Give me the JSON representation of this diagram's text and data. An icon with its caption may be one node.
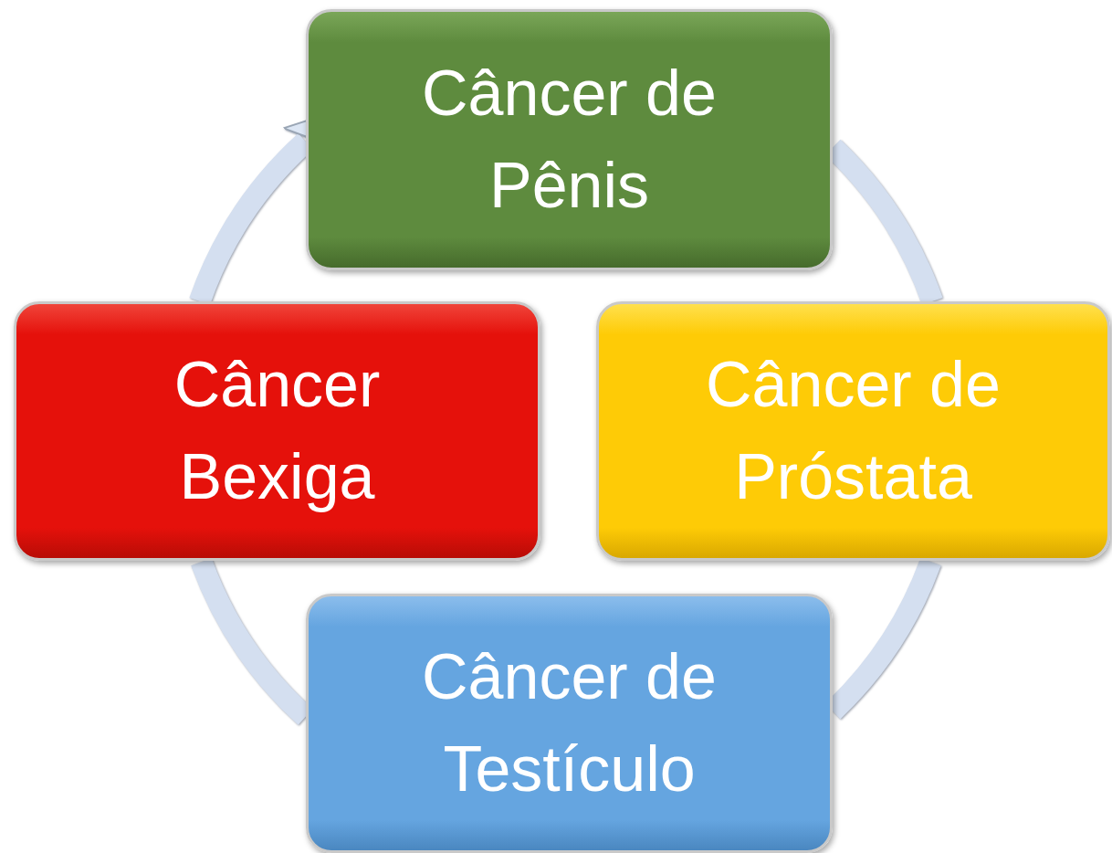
{
  "diagram": {
    "nodes": [
      {
        "text": [
          "Câncer de Pênis"
        ]
      },
      {
        "text": [
          "Câncer Bexiga"
        ]
      },
      {
        "text": [
          "Câncer de Próstata"
        ]
      },
      {
        "text": [
          "Câncer de Testículo"
        ]
      }
    ],
    "edges": [
      {
        "from": 0,
        "to": 2,
        "arrow": "none"
      },
      {
        "from": 2,
        "to": 3,
        "arrow": "none"
      },
      {
        "from": 3,
        "to": 1,
        "arrow": "none"
      },
      {
        "from": 1,
        "to": 0,
        "arrow": "to"
      }
    ]
  }
}
